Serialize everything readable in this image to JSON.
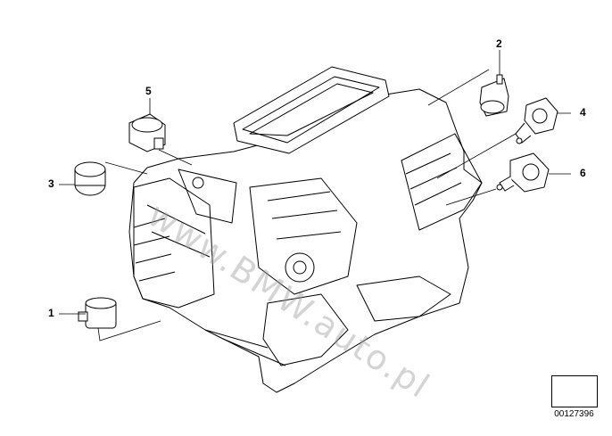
{
  "watermark": "www.BMW.auto.pl",
  "callouts": [
    "1",
    "2",
    "3",
    "4",
    "5",
    "6"
  ],
  "catalog_number": "00127396",
  "icons": {
    "badge": "angled-arrow-icon"
  }
}
